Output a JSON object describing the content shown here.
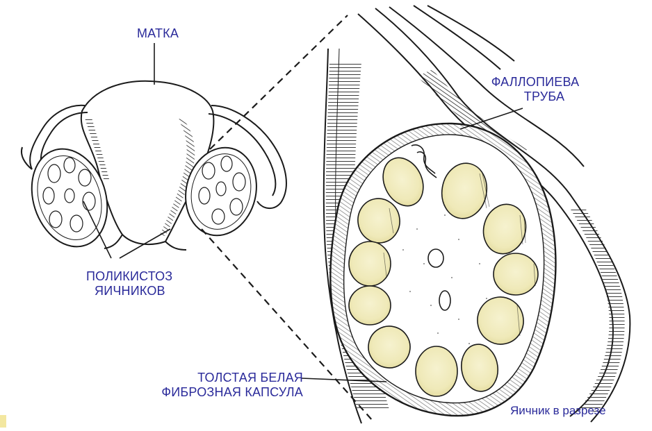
{
  "labels": {
    "uterus": "МАТКА",
    "fallopian_tube_line1": "ФАЛЛОПИЕВА",
    "fallopian_tube_line2": "ТРУБА",
    "pcos_line1": "ПОЛИКИСТОЗ",
    "pcos_line2": "ЯИЧНИКОВ",
    "capsule_line1": "ТОЛСТАЯ БЕЛАЯ",
    "capsule_line2": "ФИБРОЗНАЯ КАПСУЛА",
    "ovary_section_caption": "Яичник в разрезе"
  },
  "colors": {
    "label_text": "#2a2a9a",
    "line_art": "#1a1a1a",
    "cyst_fill": "#f2edbe",
    "cyst_shade": "#e7e0a4",
    "corner_mark": "#f3e7a0",
    "background": "#ffffff"
  }
}
